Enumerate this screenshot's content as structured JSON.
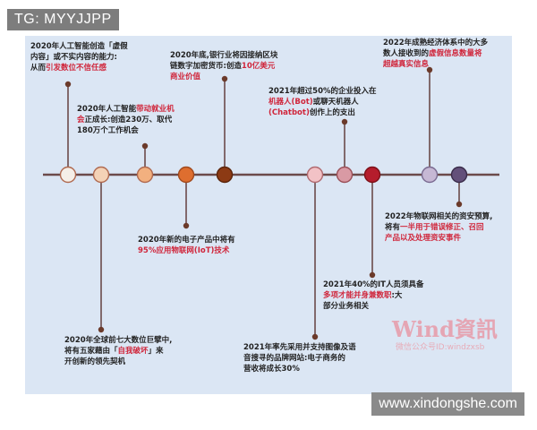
{
  "header_tag": "TG: MYYJJPP",
  "watermark_site": "www.xindongshe.com",
  "brand": {
    "name": "Wind資訊",
    "sub": "微信公众号ID:windzxsb"
  },
  "colors": {
    "panel": "#dbe6f4",
    "axis": "#6b4a4a",
    "accent_red": "#d0263b"
  },
  "events": [
    {
      "id": "e1",
      "color": "#f5efe8",
      "stroke": "#b06a50",
      "parts": [
        [
          "2020年人工智能创造「虚假\n内容」或不实内容的能力:\n从而"
        ],
        [
          "引发数位不信任感",
          "r"
        ]
      ]
    },
    {
      "id": "e2",
      "color": "#f4d2b6",
      "stroke": "#b06a50",
      "parts": [
        [
          "2020年全球前七大数位巨擘中,\n将有五家藉由「"
        ],
        [
          "自我破坏",
          "r"
        ],
        [
          "」来\n开创新的领先契机"
        ]
      ]
    },
    {
      "id": "e3",
      "color": "#f2b07f",
      "stroke": "#b06a50",
      "parts": [
        [
          "2020年人工智能"
        ],
        [
          "带动就业机\n会",
          "r"
        ],
        [
          "正成长:创造230万、取代\n180万个工作机会"
        ]
      ]
    },
    {
      "id": "e4",
      "color": "#de6e2f",
      "stroke": "#a14a1e",
      "parts": [
        [
          "2020年新的电子产品中将有\n"
        ],
        [
          "95%应用物联网(IoT)技术",
          "r"
        ]
      ]
    },
    {
      "id": "e5",
      "color": "#8c3a14",
      "stroke": "#5a240a",
      "parts": [
        [
          "2020年底,银行业将因接纳区块\n链数字加密货币:创造"
        ],
        [
          "10亿美元\n商业价值",
          "r"
        ]
      ]
    },
    {
      "id": "e6",
      "color": "#f2c2c6",
      "stroke": "#b06a70",
      "parts": [
        [
          "2021年率先采用并支持图像及语\n音搜寻的品牌网站:电子商务的\n营收将成长30%"
        ]
      ]
    },
    {
      "id": "e7",
      "color": "#d99aa4",
      "stroke": "#9a5058",
      "parts": [
        [
          "2021年超过50%的企业投入在\n"
        ],
        [
          "机器人(Bot)",
          "r"
        ],
        [
          "或聊天机器人\n"
        ],
        [
          "(Chatbot)",
          "r"
        ],
        [
          "创作上的支出"
        ]
      ]
    },
    {
      "id": "e8",
      "color": "#b51d2c",
      "stroke": "#7d1018",
      "parts": [
        [
          "2021年40%的IT人员须具备\n"
        ],
        [
          "多项才能并身兼数职",
          "r"
        ],
        [
          ":大\n部分业务相关"
        ]
      ]
    },
    {
      "id": "e9",
      "color": "#c6b8d4",
      "stroke": "#7a6a90",
      "parts": [
        [
          "2022年成熟经济体系中的大多\n数人接收到的"
        ],
        [
          "虚假信息数量将\n超越真实信息",
          "r"
        ]
      ]
    },
    {
      "id": "e10",
      "color": "#63507a",
      "stroke": "#3a2c4a",
      "parts": [
        [
          "2022年物联网相关的资安预算,\n将有"
        ],
        [
          "一半用于错误修正、召回\n产品以及处理资安事件",
          "r"
        ]
      ]
    }
  ]
}
